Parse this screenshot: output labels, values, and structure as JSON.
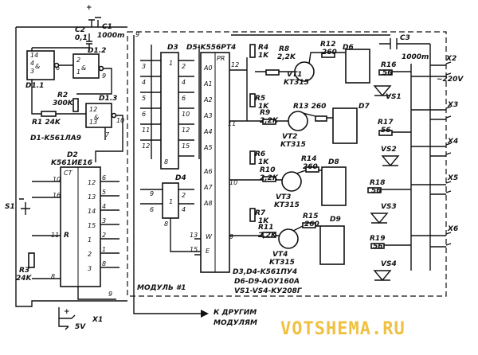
{
  "capacitors": {
    "c1": {
      "name": "C1",
      "value": "1000m"
    },
    "c2": {
      "name": "C2",
      "value": "0,1"
    },
    "c3": {
      "name": "C3",
      "value": "1000m"
    }
  },
  "ics": {
    "d1_1": "D1.1",
    "d1_2": "D1.2",
    "d1_3": "D1.3",
    "d1_part": "D1-K561ЛА9",
    "d2_name": "D2",
    "d2_part": "K561ИЕ16",
    "d2_ct": "CT",
    "d2_r": "R",
    "d3": "D3",
    "d4": "D4",
    "d5_name": "D5-K556PT4",
    "d5_pr": "PR"
  },
  "resistors": {
    "r1": "R1 24K",
    "r2": "R2",
    "r2v": "300K",
    "r3": "R3",
    "r3v": "24K",
    "r4": "R4",
    "r4v": "1K",
    "r5": "R5",
    "r5v": "1K",
    "r6": "R6",
    "r6v": "1K",
    "r7": "R7",
    "r7v": "1K",
    "r8": "R8",
    "r8v": "2,2K",
    "r9": "R9",
    "r9v": "2,2K",
    "r10": "R10",
    "r10v": "2,2K",
    "r11": "R11",
    "r11v": "2,2K",
    "r12": "R12",
    "r12v": "260",
    "r13": "R13 260",
    "r14": "R14",
    "r14v": "260",
    "r15": "R15",
    "r15v": "260",
    "r16": "R16",
    "r16v": "56",
    "r17": "R17",
    "r17v": "56",
    "r18": "R18",
    "r18v": "56",
    "r19": "R19",
    "r19v": "56"
  },
  "transistors": {
    "vt1": "VT1",
    "vt2": "VT2",
    "vt3": "VT3",
    "vt4": "VT4",
    "type": "KT315"
  },
  "optocouplers": {
    "d6": "D6",
    "d7": "D7",
    "d8": "D8",
    "d9": "D9"
  },
  "triacs": {
    "vs1": "VS1",
    "vs2": "VS2",
    "vs3": "VS3",
    "vs4": "VS4"
  },
  "connectors": {
    "x1": "X1",
    "x2": "X2",
    "x3": "X3",
    "x4": "X4",
    "x5": "X5",
    "x6": "X6",
    "supply_5v": "5V",
    "mains": "~220V"
  },
  "switch": "S1",
  "module_label": "МОДУЛЬ #1",
  "to_modules_line1": "К ДРУГИМ",
  "to_modules_line2": "МОДУЛЯМ",
  "parts_note": [
    "D3,D4-K561ПУ4",
    "D6-D9-AOУ160A",
    "VS1-VS4-KУ208Г"
  ],
  "watermark": "VOTSHEMA.RU",
  "pins": {
    "p14": "14",
    "p7": "7",
    "p16": "16",
    "p8": "8",
    "p9": "9",
    "p3": "3",
    "p5": "5",
    "p6": "6",
    "p1": "1",
    "p2": "2",
    "p4": "4",
    "p10": "10",
    "p11": "11",
    "p12": "12",
    "p13": "13",
    "p15": "15",
    "a0": "A0",
    "a1": "A1",
    "a2": "A2",
    "a3": "A3",
    "a4": "A4",
    "a5": "A5",
    "a6": "A6",
    "a7": "A7",
    "a8": "A8",
    "w": "W",
    "e": "E",
    "and": "&",
    "one": "1"
  }
}
